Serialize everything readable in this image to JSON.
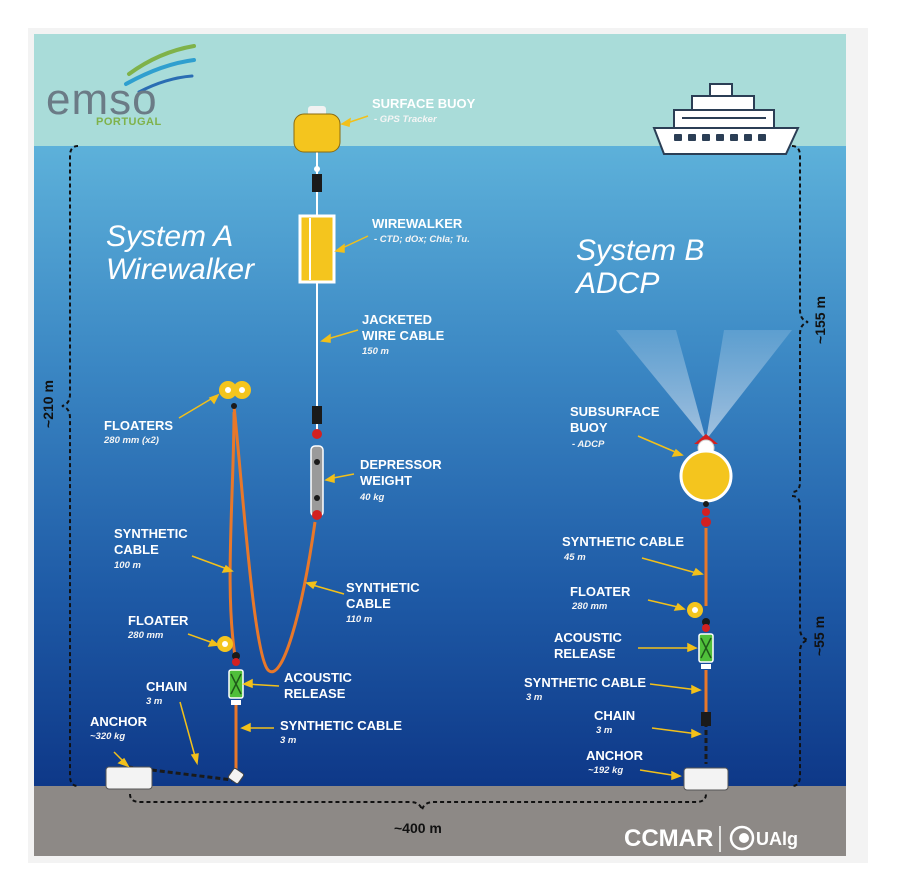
{
  "logo": {
    "main": "emso",
    "sub": "PORTUGAL"
  },
  "system_a": {
    "line1": "System A",
    "line2": "Wirewalker"
  },
  "system_b": {
    "line1": "System B",
    "line2": "ADCP"
  },
  "labels": {
    "surface_buoy": {
      "title": "SURFACE BUOY",
      "detail": "- GPS Tracker"
    },
    "wirewalker": {
      "title": "WIREWALKER",
      "detail": "- CTD; dOx; Chla; Tu."
    },
    "jacketed_cable": {
      "line1": "JACKETED",
      "line2": "WIRE CABLE",
      "detail": "150 m"
    },
    "floaters_a": {
      "title": "FLOATERS",
      "detail": "280 mm (x2)"
    },
    "depressor": {
      "line1": "DEPRESSOR",
      "line2": "WEIGHT",
      "detail": "40 kg"
    },
    "synthetic_a1": {
      "line1": "SYNTHETIC",
      "line2": "CABLE",
      "detail": "100 m"
    },
    "synthetic_a2": {
      "line1": "SYNTHETIC",
      "line2": "CABLE",
      "detail": "110 m"
    },
    "floater_a": {
      "title": "FLOATER",
      "detail": "280 mm"
    },
    "acoustic_a": {
      "line1": "ACOUSTIC",
      "line2": "RELEASE"
    },
    "chain_a": {
      "title": "CHAIN",
      "detail": "3 m"
    },
    "anchor_a": {
      "title": "ANCHOR",
      "detail": "~320 kg"
    },
    "synthetic_a3": {
      "title": "SYNTHETIC CABLE",
      "detail": "3 m"
    },
    "subsurface": {
      "line1": "SUBSURFACE",
      "line2": "BUOY",
      "detail": "- ADCP"
    },
    "synthetic_b1": {
      "title": "SYNTHETIC CABLE",
      "detail": "45 m"
    },
    "floater_b": {
      "title": "FLOATER",
      "detail": "280 mm"
    },
    "acoustic_b": {
      "line1": "ACOUSTIC",
      "line2": "RELEASE"
    },
    "synthetic_b2": {
      "title": "SYNTHETIC CABLE",
      "detail": "3 m"
    },
    "chain_b": {
      "title": "CHAIN",
      "detail": "3 m"
    },
    "anchor_b": {
      "title": "ANCHOR",
      "detail": "~192 kg"
    }
  },
  "dimensions": {
    "depth_a": "~210 m",
    "depth_b_top": "~155 m",
    "depth_b_bottom": "~55 m",
    "distance": "~400 m"
  },
  "footer": {
    "ccmar": "CCMAR",
    "ualg": "UAlg"
  },
  "colors": {
    "sky": "#a9dcd9",
    "sea_top": "#58aed8",
    "sea_bottom": "#0f3a8c",
    "seabed": "#8d8986",
    "buoy_yellow": "#f4c51e",
    "cable_orange": "#e8782a",
    "leader": "#f2c01a"
  }
}
